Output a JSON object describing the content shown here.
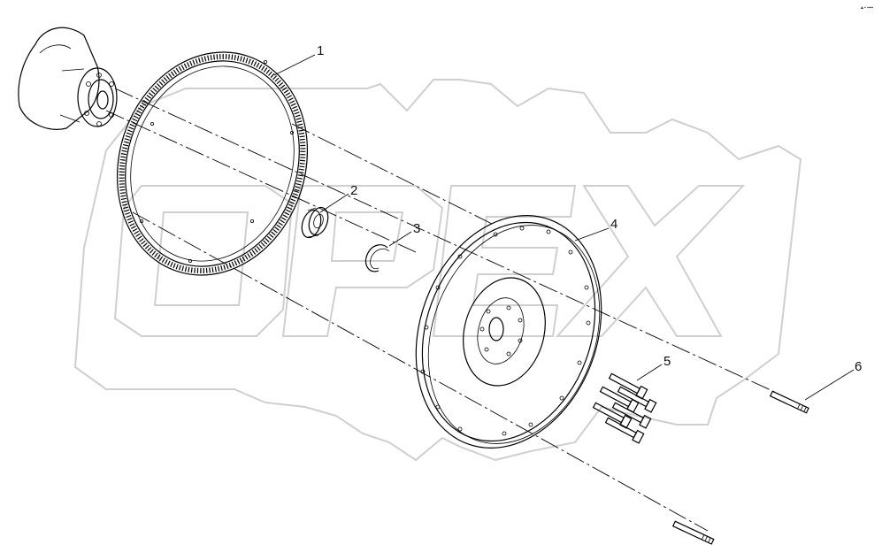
{
  "watermark": {
    "text": "OPEX"
  },
  "corner_mark": {
    "text": "▲▪ ▪▪▪▪"
  },
  "callouts": [
    {
      "id": "1",
      "label": "1"
    },
    {
      "id": "2",
      "label": "2"
    },
    {
      "id": "3",
      "label": "3"
    },
    {
      "id": "4",
      "label": "4"
    },
    {
      "id": "5",
      "label": "5"
    },
    {
      "id": "6",
      "label": "6"
    }
  ],
  "colors": {
    "line": "#000000",
    "watermark": "#cfcfcf",
    "background": "#ffffff"
  }
}
